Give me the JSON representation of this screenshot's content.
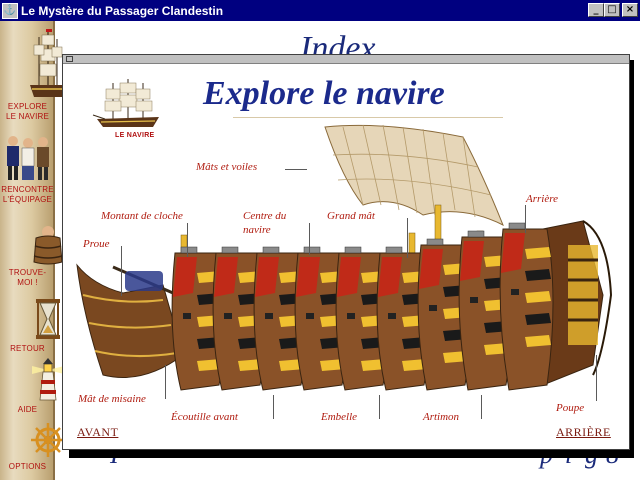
{
  "window": {
    "title": "Le Mystère du Passager Clandestin"
  },
  "window_buttons": {
    "minimize": "_",
    "maximize": "□",
    "close": "×"
  },
  "sidebar": {
    "items": [
      {
        "label_1": "EXPLORE",
        "label_2": "LE NAVIRE",
        "icon": "ship-icon"
      },
      {
        "label_1": "RENCONTRE",
        "label_2": "L'ÉQUIPAGE",
        "icon": "crew-icon"
      },
      {
        "label_1": "TROUVE-",
        "label_2": "MOI !",
        "icon": "barrel-icon"
      },
      {
        "label_1": "RETOUR",
        "label_2": "",
        "icon": "hourglass-icon"
      },
      {
        "label_1": "AIDE",
        "label_2": "",
        "icon": "lighthouse-icon"
      },
      {
        "label_1": "OPTIONS",
        "label_2": "",
        "icon": "ship-wheel-icon"
      }
    ]
  },
  "background": {
    "title": "Index"
  },
  "panel": {
    "title": "Explore le navire",
    "ship_thumb_label": "LE NAVIRE",
    "nav_prev": "AVANT",
    "nav_next": "ARRIÈRE",
    "parts": {
      "masts": "Mâts et voiles",
      "bell": "Montant de cloche",
      "centre_1": "Centre du",
      "centre_2": "navire",
      "mainmast": "Grand mât",
      "stern_rear": "Arrière",
      "bow": "Proue",
      "foremast": "Mât de misaine",
      "hatch": "Écoutille avant",
      "waist": "Embelle",
      "mizzen": "Artimon",
      "poop": "Poupe"
    }
  },
  "colors": {
    "title_blue": "#1b2a8c",
    "label_red": "#b01c10",
    "titlebar": "#000080"
  }
}
